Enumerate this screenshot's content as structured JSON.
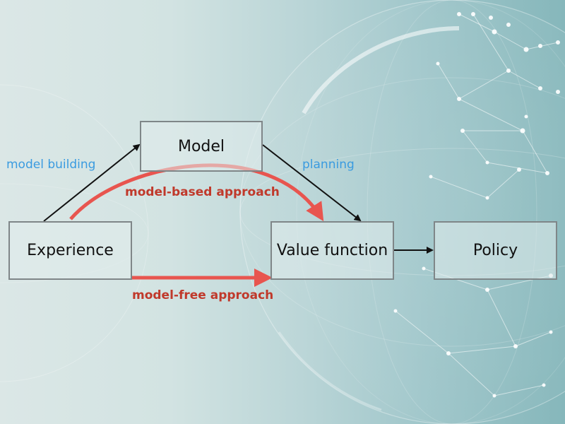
{
  "diagram": {
    "nodes": {
      "model": "Model",
      "experience": "Experience",
      "value_function": "Value function",
      "policy": "Policy"
    },
    "edge_labels": {
      "model_building": "model building",
      "planning": "planning",
      "model_based": "model-based approach",
      "model_free": "model-free approach"
    }
  },
  "colors": {
    "blue_label": "#3a9be0",
    "red_label": "#c0392b",
    "red_arrow": "#e8554f",
    "box_border": "#7f8688"
  }
}
